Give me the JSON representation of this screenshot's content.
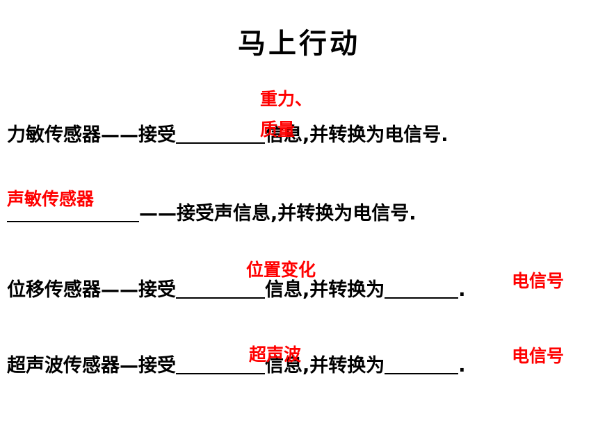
{
  "title": "马上行动",
  "answer_color": "#ff0000",
  "lines": [
    {
      "before": "力敏传感器——接受",
      "after": "信息,并转换为电信号.",
      "answer": [
        "重力、",
        "质量"
      ]
    },
    {
      "after": "——接受声信息,并转换为电信号.",
      "answer": "声敏传感器"
    },
    {
      "before": "位移传感器——接受",
      "middle": "信息,并转换为",
      "end": ".",
      "answer1": "位置变化",
      "answer2": "电信号"
    },
    {
      "before": "超声波传感器—接受",
      "middle": "信息,并转换为",
      "end": ".",
      "answer1": "超声波",
      "answer2": "电信号"
    }
  ]
}
